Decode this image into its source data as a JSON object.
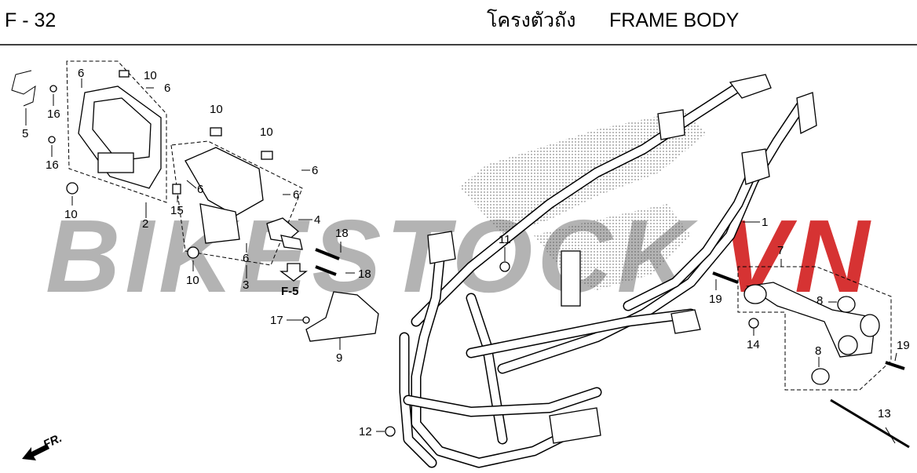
{
  "header": {
    "page_code": "F - 32",
    "title_thai": "โครงตัวถัง",
    "title_en": "FRAME BODY"
  },
  "watermark": {
    "text_gray": "BIKESTOCK",
    "text_red": "VN",
    "color_gray": "#9a9a9a",
    "color_red": "#cc0000"
  },
  "reference": {
    "label": "F-5",
    "direction": "FR."
  },
  "callouts": {
    "c1": "1",
    "c2": "2",
    "c3": "3",
    "c4": "4",
    "c5": "5",
    "c6a": "6",
    "c6b": "6",
    "c6c": "6",
    "c6d": "6",
    "c6e": "6",
    "c6f": "6",
    "c7": "7",
    "c8a": "8",
    "c8b": "8",
    "c9": "9",
    "c10a": "10",
    "c10b": "10",
    "c10c": "10",
    "c10d": "10",
    "c10e": "10",
    "c11": "11",
    "c12": "12",
    "c13": "13",
    "c14": "14",
    "c15": "15",
    "c16a": "16",
    "c16b": "16",
    "c17": "17",
    "c18a": "18",
    "c18b": "18",
    "c19a": "19",
    "c19b": "19"
  }
}
